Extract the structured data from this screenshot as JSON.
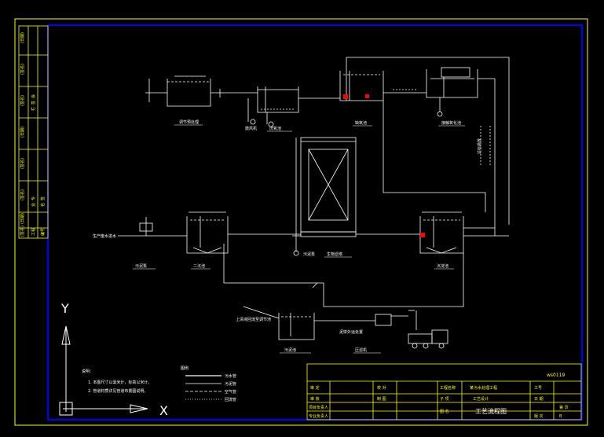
{
  "colors": {
    "background": "#000000",
    "outer_border": "#ffff00",
    "inner_border": "#0000ff",
    "lines": "#ffffff",
    "title_block": "#ffff00",
    "valve_accent": "#ff0000",
    "margin_text": "#ffff00"
  },
  "drawing": {
    "title": "工艺流程图",
    "drawing_no": "ws0119",
    "axis_y": "Y",
    "axis_x": "X"
  },
  "labels": {
    "tank_top_left": "调节预处理",
    "blower": "鼓风机",
    "tank_top_mid": "厌氧池",
    "tank_anoxic": "缺氧池",
    "tank_top_right": "接触氧化池",
    "tower": "生物滤塔",
    "tank_mid_left": "二沉池",
    "tank_mid_right": "沉淀池",
    "inlet_left": "生产废水进水",
    "sludge_pump_left": "污泥泵",
    "bottom_pump": "污泥泵",
    "sludge_tank": "污泥池",
    "sludge_line_label": "上清液回流至调节池",
    "press_label": "压滤机",
    "truck_label": "泥饼外运处置",
    "discharge_label": "达标排放"
  },
  "notes": {
    "heading": "说明：",
    "items": [
      "1. 本图尺寸以毫米计，标高以米计。",
      "2. 管道材质详见管道布置图说明。"
    ]
  },
  "legend": {
    "heading": "图例",
    "items": [
      "污水管",
      "污泥管",
      "空气管",
      "回流管"
    ]
  },
  "title_block": {
    "row1": [
      "审  定",
      "校  对",
      "工程名称",
      "某污水处理工程",
      "工号"
    ],
    "row2": [
      "审  核",
      "制  图",
      "子  项",
      "工艺设计",
      "日  期"
    ],
    "row3": [
      "项目负责人",
      "专业负责人",
      "图  名",
      "版  次"
    ],
    "version": "B",
    "sheet": "第  页"
  },
  "margin": {
    "columns": [
      [
        "(日期)",
        "(签名)",
        "(签名)",
        "(日期)",
        "(签名)",
        "(签名)",
        "(日期)",
        "(签名)"
      ],
      [
        "会",
        "签",
        "栏",
        "专",
        "业",
        "签",
        "名",
        "工程",
        "编号"
      ]
    ]
  }
}
